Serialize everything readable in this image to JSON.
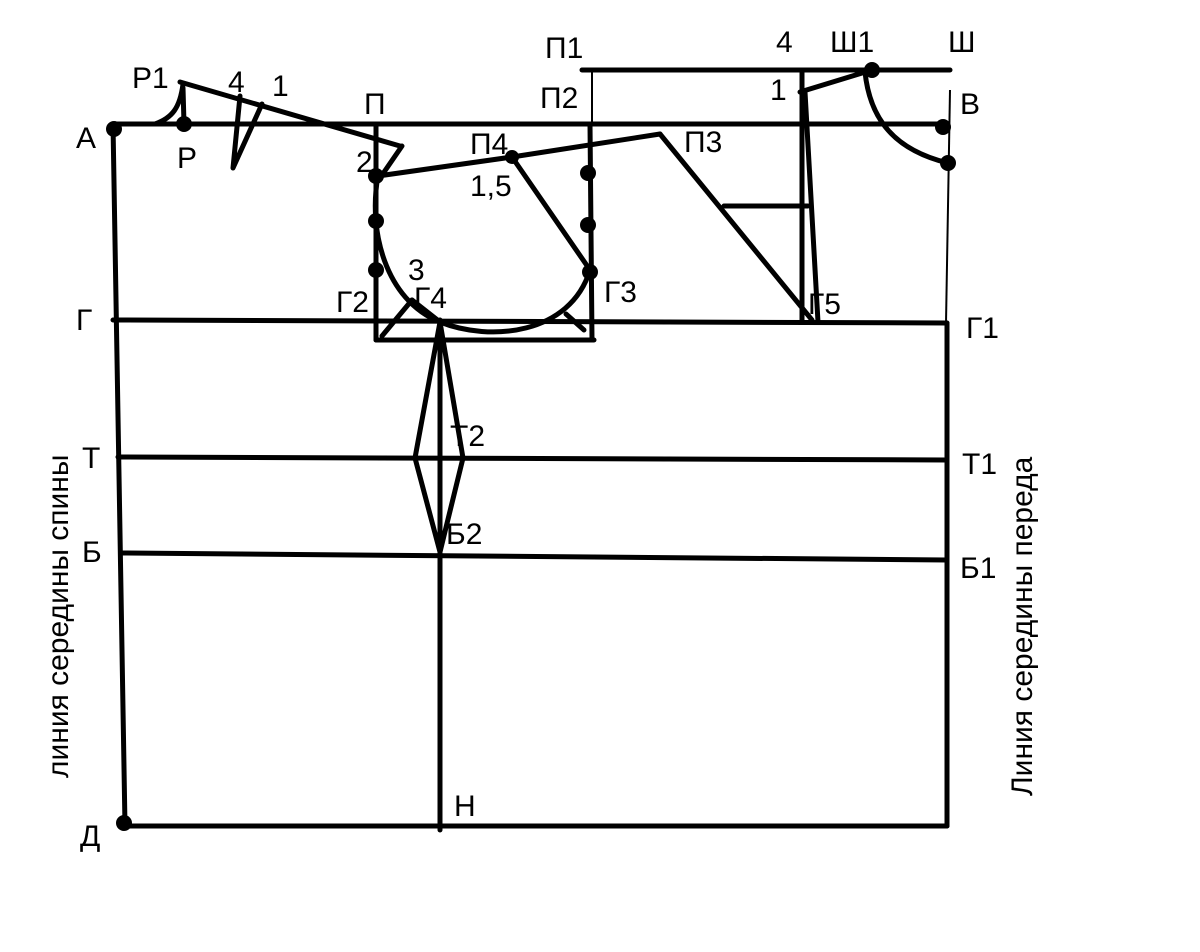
{
  "points": {
    "A": "А",
    "R": "Р",
    "R1": "Р1",
    "n4a": "4",
    "n1a": "1",
    "P": "П",
    "n2": "2",
    "P1": "П1",
    "P2": "П2",
    "P3": "П3",
    "P4": "П4",
    "n15": "1,5",
    "n4b": "4",
    "Sh1": "Ш1",
    "Sh": "Ш",
    "n1b": "1",
    "V": "В",
    "n3": "3",
    "G": "Г",
    "G1": "Г1",
    "G2": "Г2",
    "G3": "Г3",
    "G4": "Г4",
    "G5": "Г5",
    "T": "Т",
    "T1": "Т1",
    "T2": "Т2",
    "B": "Б",
    "B1": "Б1",
    "B2": "Б2",
    "D": "Д",
    "N": "Н"
  },
  "side_labels": {
    "back_center": "линия середины спины",
    "front_center": "Линия середины переда"
  }
}
